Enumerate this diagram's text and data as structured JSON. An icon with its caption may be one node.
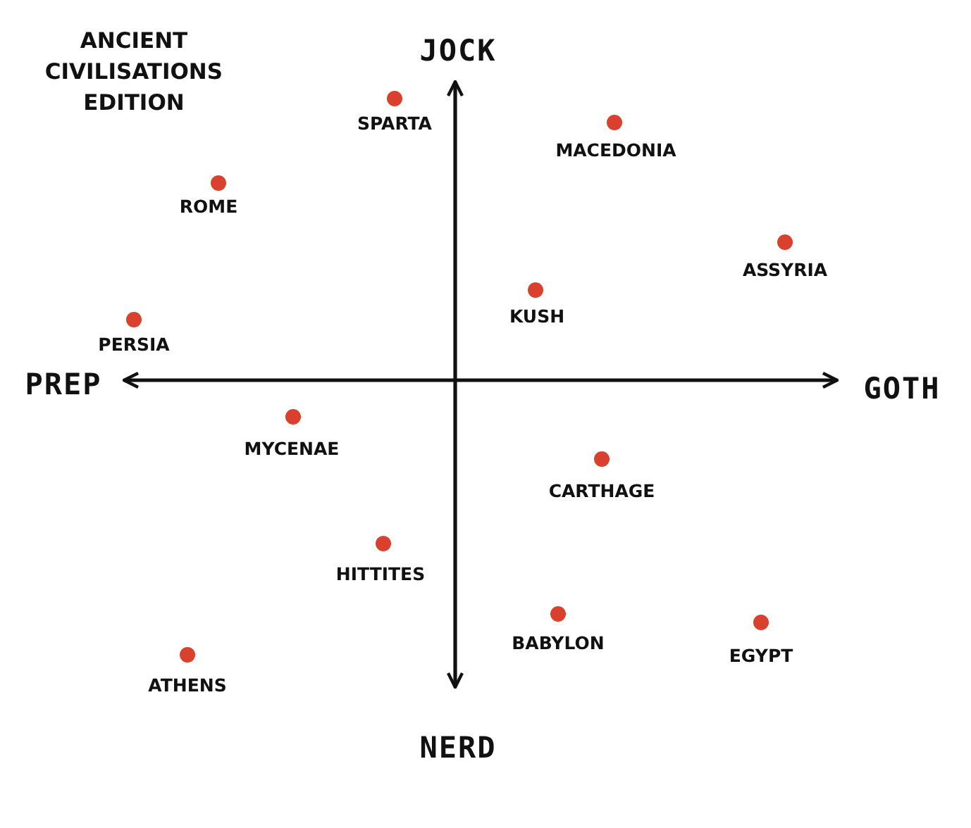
{
  "diagram": {
    "title": "ANCIENT CIVILISATIONS EDITION",
    "labels": [
      "JOCK",
      "PREP",
      "GOTH",
      "NERD",
      "SPARTA",
      "MACEDONIA",
      "ROME",
      "ASSYRIA",
      "KUSH",
      "PERSIA",
      "MYCENAE",
      "CARTHAGE",
      "HITTITES",
      "BABYLON",
      "EGYPT",
      "ATHENS"
    ]
  }
}
